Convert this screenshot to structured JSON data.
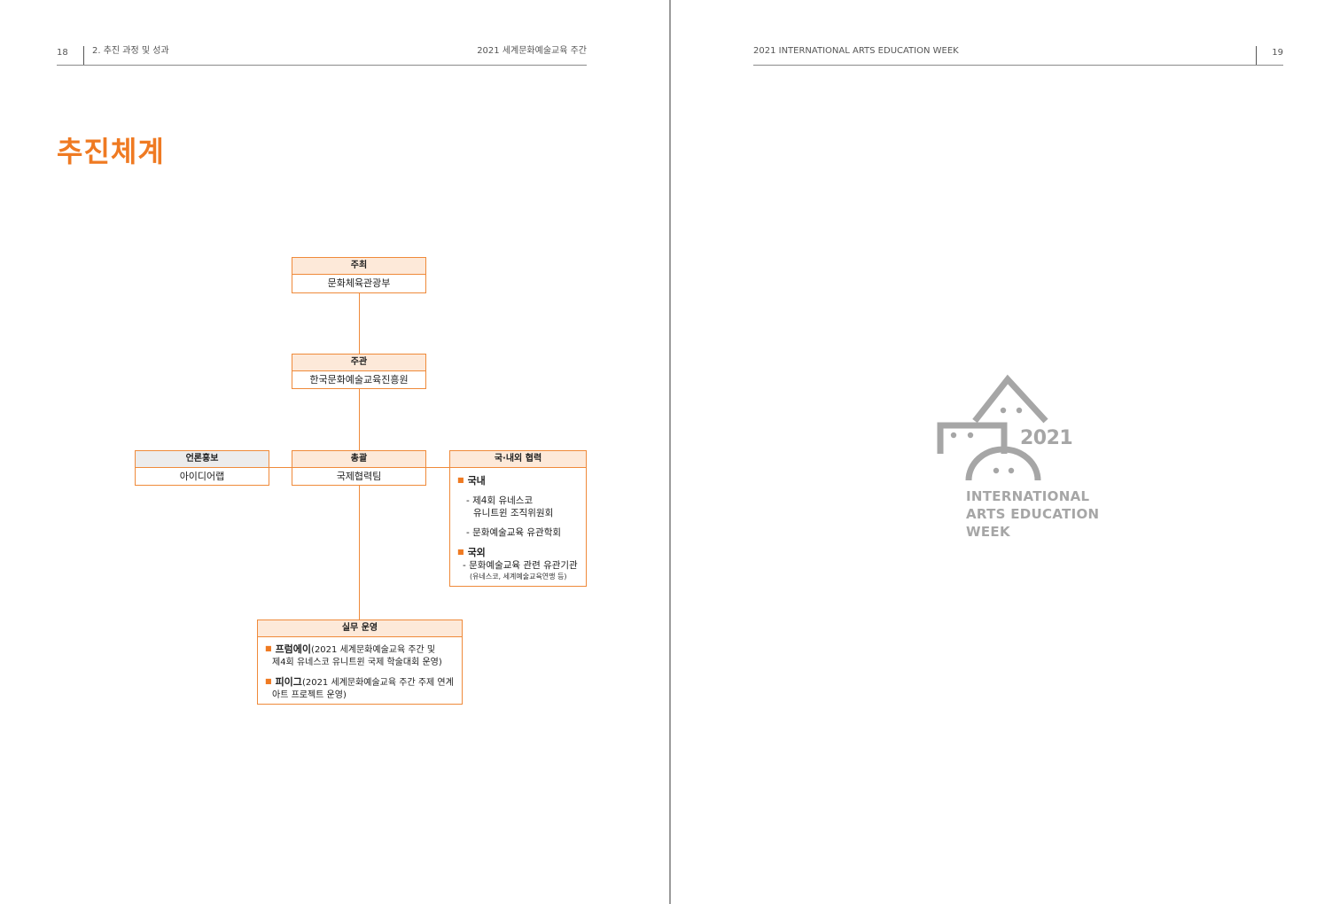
{
  "left_page": {
    "page_number": "18",
    "section": "2. 추진 과정 및 성과",
    "running_title": "2021 세계문화예술교육 주간",
    "title": "추진체계"
  },
  "right_page": {
    "page_number": "19",
    "running_title": "2021 INTERNATIONAL ARTS EDUCATION WEEK"
  },
  "org": {
    "host": {
      "label": "주최",
      "name": "문화체육관광부"
    },
    "organizer": {
      "label": "주관",
      "name": "한국문화예술교육진흥원"
    },
    "pr": {
      "label": "언론홍보",
      "name": "아이디어랩"
    },
    "general": {
      "label": "총괄",
      "name": "국제협력팀"
    },
    "cooperation": {
      "label": "국·내외 협력",
      "domestic_title": "국내",
      "domestic_items": [
        "- 제4회 유네스코",
        "유니트윈 조직위원회",
        "- 문화예술교육 유관학회"
      ],
      "foreign_title": "국외",
      "foreign_item": "- 문화예술교육 관련 유관기관",
      "foreign_note": "(유네스코, 세계예술교육연맹 등)"
    },
    "operations": {
      "label": "실무 운영",
      "item1_name": "프럼에이",
      "item1_desc_line1": "(2021 세계문화예술교육 주간 및",
      "item1_desc_line2": "제4회 유네스코 유니트윈 국제 학술대회 운영)",
      "item2_name": "피이그",
      "item2_desc_line1": "(2021 세계문화예술교육 주간 주제 연계",
      "item2_desc_line2": "아트 프로젝트 운영)"
    }
  },
  "logo": {
    "year": "2021",
    "line1": "INTERNATIONAL",
    "line2": "ARTS EDUCATION",
    "line3": "WEEK",
    "color": "#a6a6a6"
  },
  "accent_color": "#ef7a22"
}
